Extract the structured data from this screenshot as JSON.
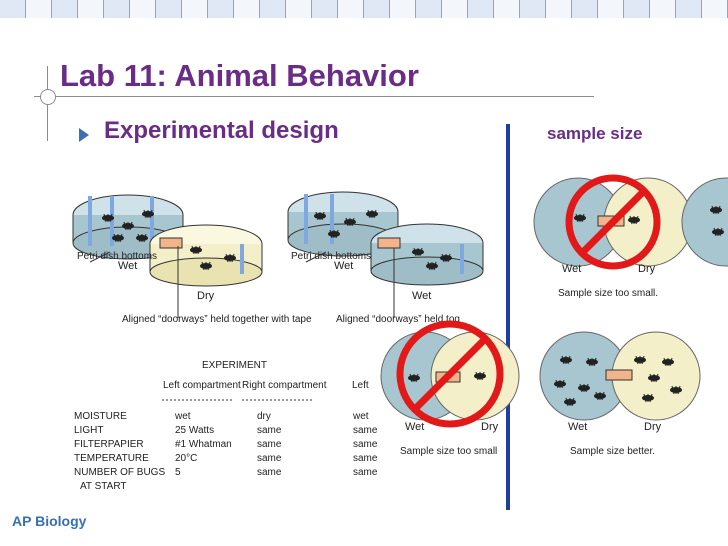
{
  "slide": {
    "title": "Lab 11: Animal Behavior",
    "bullet": "Experimental design",
    "side_heading": "sample size",
    "footer": "AP Biology"
  },
  "figure_left": {
    "dish_wet": "Wet",
    "dish_dry": "Dry",
    "petri_label": "Petri dish bottoms",
    "aligned_label": "Aligned “doorways” held together with tape"
  },
  "figure_mid": {
    "dish_wet_a": "Wet",
    "dish_wet_b": "Wet",
    "petri_label": "Petri dish bottoms",
    "aligned_label": "Aligned “doorways” held tog"
  },
  "experiment_table": {
    "heading": "EXPERIMENT",
    "col_left": "Left compartment",
    "col_right": "Right compartment",
    "col_partial": "Left",
    "rows": [
      {
        "label": "MOISTURE",
        "left": "wet",
        "right": "dry",
        "partial": "wet"
      },
      {
        "label": "LIGHT",
        "left": "25 Watts",
        "right": "same",
        "partial": "same"
      },
      {
        "label": "FILTERPAPIER",
        "left": "#1 Whatman",
        "right": "same",
        "partial": "same"
      },
      {
        "label": "TEMPERATURE",
        "left": "20°C",
        "right": "same",
        "partial": "same"
      },
      {
        "label": "NUMBER OF BUGS",
        "left": "5",
        "right": "same",
        "partial": "same"
      },
      {
        "label": "AT START",
        "left": "",
        "right": "",
        "partial": ""
      }
    ]
  },
  "sample_panels": {
    "top_wet": "Wet",
    "top_dry": "Dry",
    "top_caption": "Sample size too small.",
    "mid_wet": "Wet",
    "mid_dry": "Dry",
    "mid_caption": "Sample size too small",
    "right_wet": "Wet",
    "right_dry": "Dry",
    "right_caption": "Sample size better."
  },
  "colors": {
    "title": "#6a2c86",
    "accent": "#3a6fb0",
    "divider": "#1f3fa0",
    "no_sign": "#e11919",
    "wet_fill": "#a8c6cf",
    "dry_fill": "#f3efc8"
  }
}
